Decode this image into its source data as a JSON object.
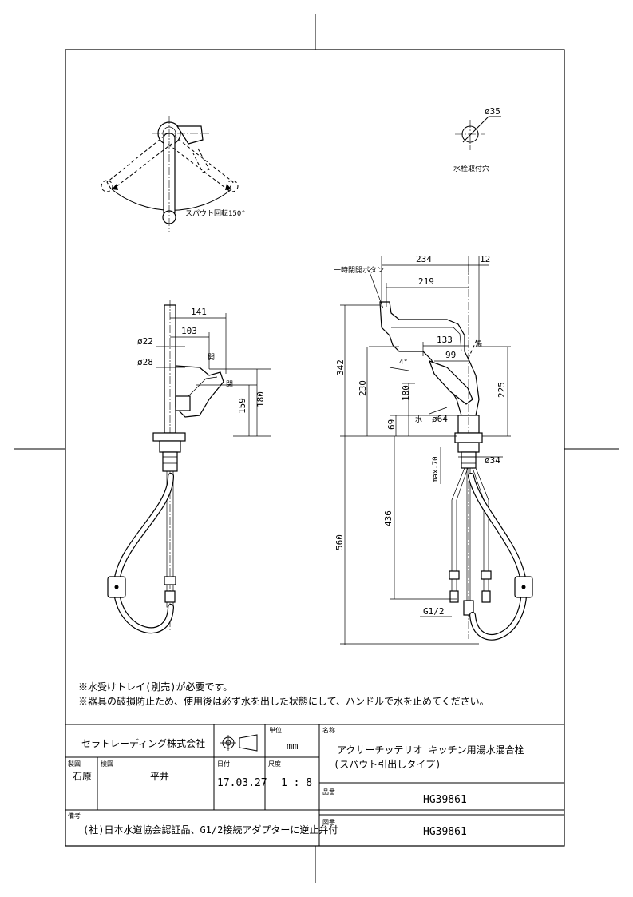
{
  "drawing": {
    "rotation_label": "スパウト回転150°",
    "hole_label": "水栓取付穴",
    "hole_diameter": "ø35",
    "button_label": "一時閉開ボタン",
    "hot_label": "湯",
    "cold_label": "水",
    "open_label": "開",
    "close_label": "閉",
    "angle_label": "4°",
    "thread_label": "G1/2",
    "max_label": "max.70",
    "side_dims": {
      "d141": "141",
      "d103": "103",
      "phi22": "ø22",
      "phi28": "ø28",
      "d159": "159",
      "d180": "180"
    },
    "front_dims": {
      "d234": "234",
      "d12": "12",
      "d219": "219",
      "d133": "133",
      "d99": "99",
      "d342": "342",
      "d230": "230",
      "d180": "180",
      "d225": "225",
      "d69": "69",
      "phi64": "ø64",
      "phi34": "ø34",
      "d436": "436",
      "d560": "560"
    }
  },
  "notes": [
    "※水受けトレイ(別売)が必要です。",
    "※器具の破損防止ため、使用後は必ず水を出した状態にして、ハンドルで水を止めてください。"
  ],
  "title_block": {
    "company": "セラトレーディング株式会社",
    "unit_label": "単位",
    "unit_value": "mm",
    "name_label": "名称",
    "name_line1": "アクサーチッテリオ キッチン用湯水混合栓",
    "name_line2": "(スパウト引出しタイプ)",
    "drawn_label": "製図",
    "drawn_by": "石原",
    "checked_label": "検図",
    "checked_by": "平井",
    "date_label": "日付",
    "date_value": "17.03.27",
    "scale_label": "尺度",
    "scale_value": "1 : 8",
    "product_label": "品番",
    "product_value": "HG39861",
    "remarks_label": "備考",
    "remarks_value": "(社)日本水道協会認証品、G1/2接続アダプターに逆止弁付",
    "drawing_label": "図番",
    "drawing_value": "HG39861"
  }
}
